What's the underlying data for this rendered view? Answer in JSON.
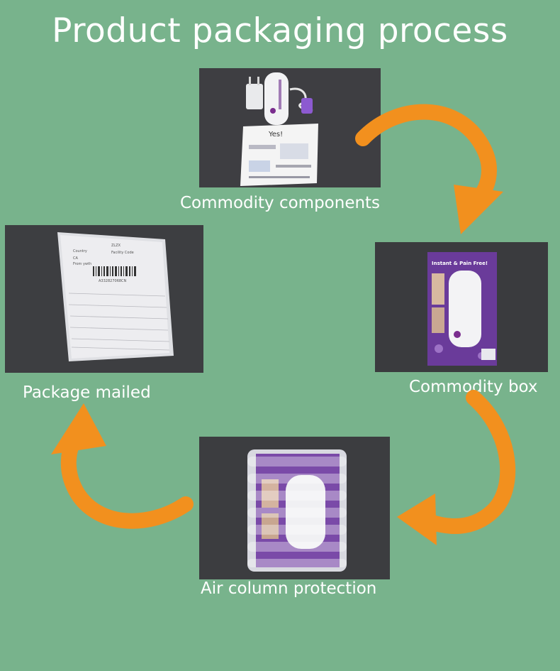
{
  "title": "Product packaging process",
  "steps": [
    {
      "label": "Commodity components",
      "image": "commodity-components-photo"
    },
    {
      "label": "Commodity box",
      "image": "commodity-box-photo"
    },
    {
      "label": "Air column protection",
      "image": "air-column-photo"
    },
    {
      "label": "Package mailed",
      "image": "package-mailed-photo"
    }
  ],
  "photo_text": {
    "manual_brand": "Yes!",
    "box_headline": "Instant & Pain Free!",
    "shipping_label": [
      "ZLZX",
      "Country",
      "Facility Code",
      "CA",
      "From  ywth",
      "A332827068CN"
    ]
  },
  "colors": {
    "background": "#78b38c",
    "arrow": "#f2901e",
    "text": "#ffffff",
    "photo_backdrop": "#3c3d40",
    "box_purple": "#6a3b9a"
  }
}
